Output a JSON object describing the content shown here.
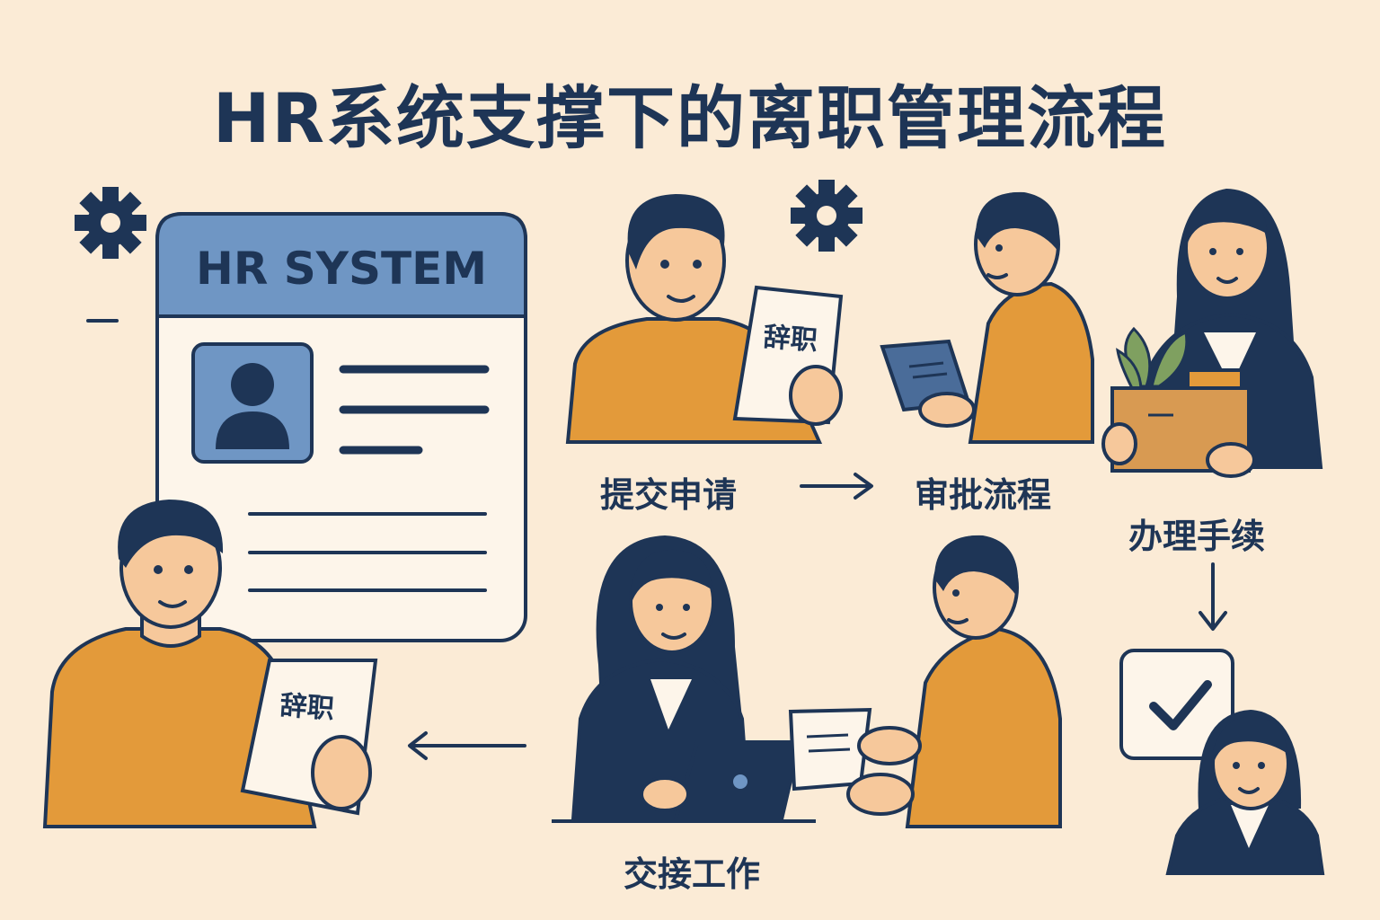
{
  "title": "HR系统支撑下的离职管理流程",
  "system": {
    "header": "HR SYSTEM"
  },
  "steps": {
    "submit": "提交申请",
    "approve": "审批流程",
    "procedures": "办理手续",
    "handover": "交接工作"
  },
  "documents": {
    "resign_doc_top": "辞职",
    "resign_doc_left": "辞职"
  },
  "colors": {
    "background": "#fbebd6",
    "navy": "#1e3556",
    "orange": "#e39a3a",
    "blue_header": "#6f96c4",
    "paper": "#fdf5ea"
  },
  "icons": [
    "gear-icon",
    "arrow-right-icon",
    "arrow-left-icon",
    "arrow-down-icon",
    "checkmark-icon",
    "profile-icon",
    "laptop-icon",
    "tablet-icon",
    "plant-icon",
    "box-icon"
  ]
}
